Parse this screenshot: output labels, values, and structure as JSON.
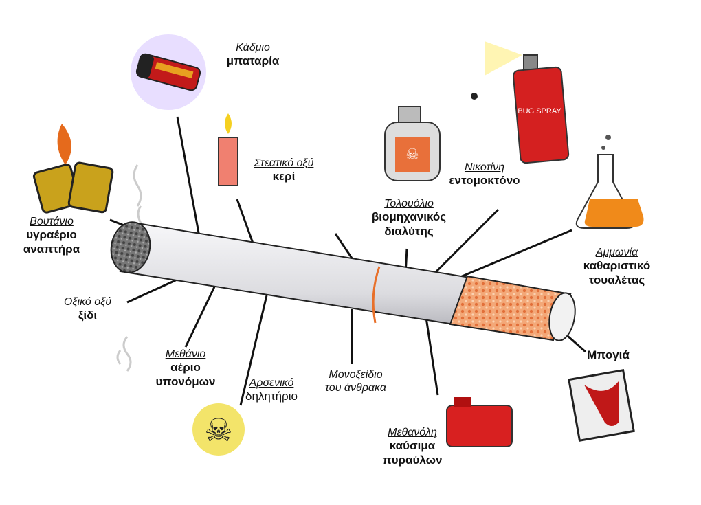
{
  "labels": {
    "cadmium": {
      "name": "Κάδμιο",
      "use": "μπαταρία"
    },
    "stearic": {
      "name": "Στεατικό οξύ",
      "use": "κερί"
    },
    "butane": {
      "name": "Βουτάνιο",
      "use": "υγραέριο αναπτήρα"
    },
    "acetic": {
      "name": "Οξικό οξύ",
      "use": "ξίδι"
    },
    "methane": {
      "name": "Μεθάνιο",
      "use": "αέριο υπονόμων"
    },
    "arsenic": {
      "name": "Αρσενικό",
      "use": "δηλητήριο"
    },
    "co": {
      "name": "Μονοξείδιο",
      "use": "του άνθρακα"
    },
    "methanol": {
      "name": "Μεθανόλη",
      "use": "καύσιμα πυραύλων"
    },
    "toluene": {
      "name": "Τολουόλιο",
      "use": "βιομηχανικός διαλύτης"
    },
    "nicotine": {
      "name": "Νικοτίνη",
      "use": "εντομοκτόνο"
    },
    "ammonia": {
      "name": "Αμμωνία",
      "use": "καθαριστικό τουαλέτας"
    },
    "paint": {
      "use": "Μπογιά"
    }
  },
  "spray_can_text": "BUG SPRAY",
  "colors": {
    "filter": "#f08a50",
    "ring": "#e8702a",
    "body": "#e9e9ec"
  }
}
